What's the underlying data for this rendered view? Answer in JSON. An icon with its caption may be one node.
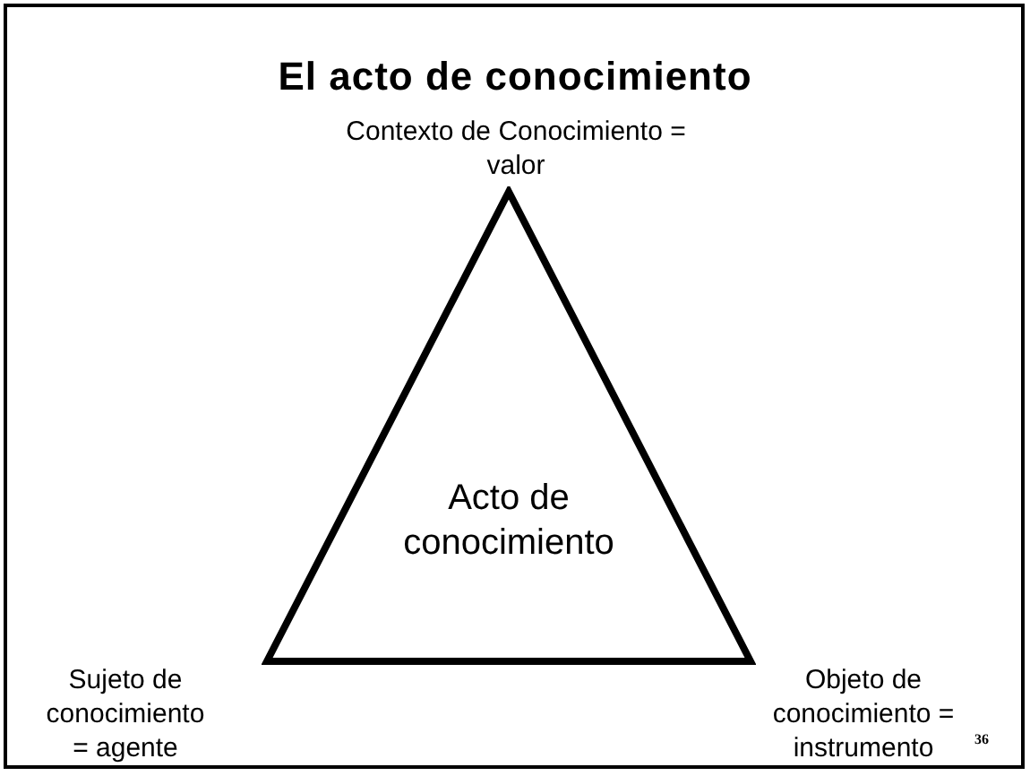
{
  "diagram": {
    "title": "El acto de conocimiento",
    "nodes": [
      {
        "text": [
          "Acto de conocimiento"
        ]
      }
    ],
    "labels": [
      "Contexto de Conocimiento = valor",
      "Sujeto de conocimiento = agente",
      "Objeto de conocimiento = instrumento",
      "36"
    ]
  }
}
